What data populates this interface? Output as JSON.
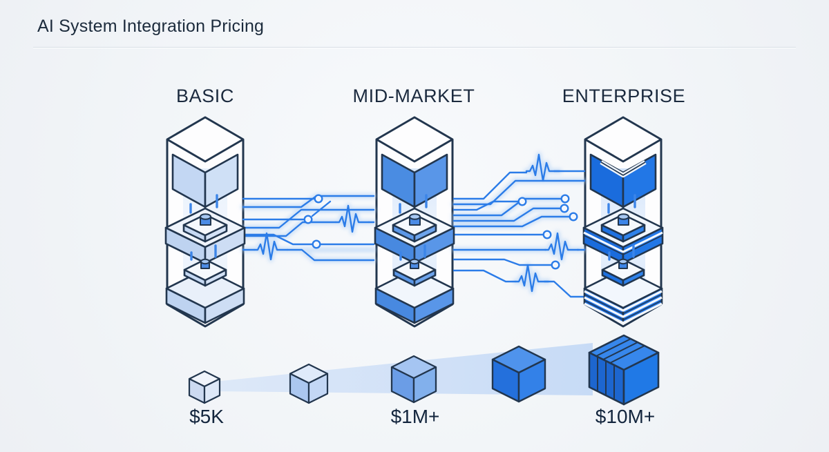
{
  "title": "AI System Integration Pricing",
  "diagram": {
    "tiers": [
      {
        "name": "BASIC",
        "price": "$5K",
        "color": "#c9dbf4",
        "modules": 3
      },
      {
        "name": "MID-MARKET",
        "price": "$1M+",
        "color": "#5292e5",
        "modules": 3
      },
      {
        "name": "ENTERPRISE",
        "price": "$10M+",
        "color": "#1c72e2",
        "modules": 3
      }
    ],
    "growth_scale": {
      "labels": [
        "$5K",
        "$1M+",
        "$10M+"
      ],
      "steps": 5,
      "direction": "increasing-left-to-right"
    }
  },
  "colors": {
    "background": "#f2f5f8",
    "outline": "#22364e",
    "accent": "#2b7ce8",
    "trace_glow": "#a9ccf6",
    "tier_basic": "#c9dbf4",
    "tier_mid": "#5292e5",
    "tier_enterprise": "#1c72e2",
    "text": "#1b2a3e"
  },
  "icons": {
    "pulse": "ecg-waveform",
    "terminal": "circuit-node-dot",
    "chevron": "open-box-chevron",
    "platform": "isometric-platform",
    "cube": "isometric-cube"
  }
}
